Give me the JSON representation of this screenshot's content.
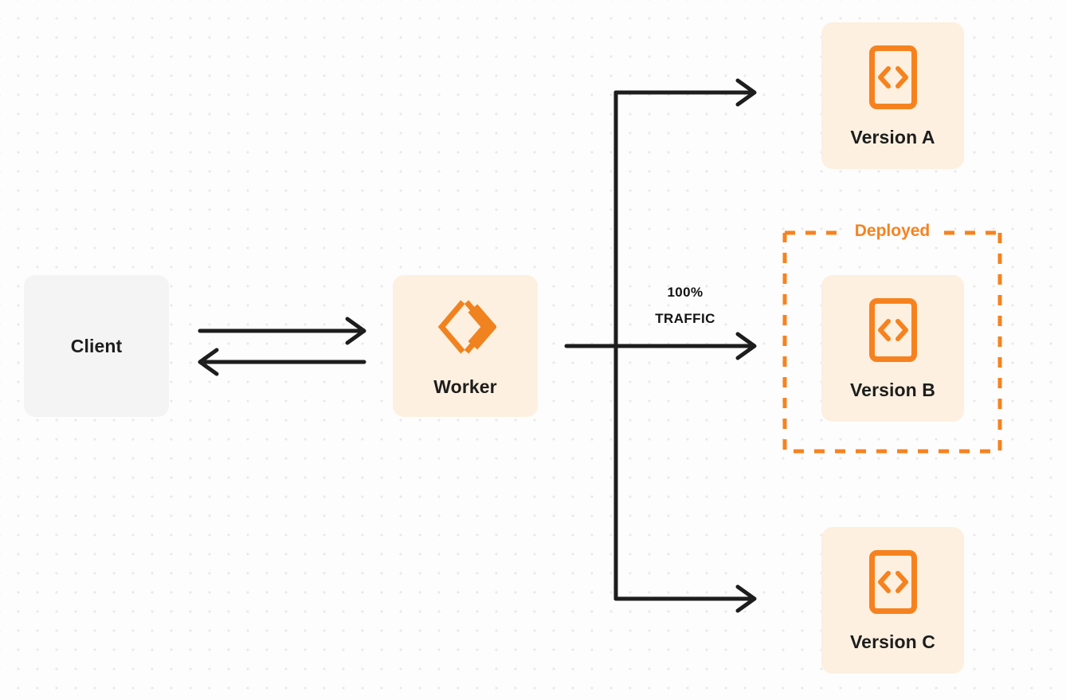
{
  "diagram": {
    "title": "Worker gradual deployment traffic split",
    "background": {
      "color": "#fdfdfd",
      "dot_color": "#e9e9e9",
      "dot_spacing": 24
    },
    "colors": {
      "orange": "#f6821f",
      "card_orange_bg": "#fdf0e0",
      "card_gray_bg": "#f4f4f5",
      "line": "#1d1d1d",
      "text": "#1d1d1d"
    }
  },
  "nodes": {
    "client": {
      "label": "Client",
      "icon": "none"
    },
    "worker": {
      "label": "Worker",
      "icon": "cloudflare-workers-logo"
    },
    "version_a": {
      "label": "Version A",
      "icon": "code-document-icon"
    },
    "version_b": {
      "label": "Version B",
      "icon": "code-document-icon"
    },
    "version_c": {
      "label": "Version C",
      "icon": "code-document-icon"
    }
  },
  "groups": {
    "deployed": {
      "label": "Deployed",
      "contains": "version_b",
      "border_style": "dashed",
      "border_color": "#f6821f"
    }
  },
  "connectors": {
    "client_to_worker": {
      "label": "",
      "direction": "right"
    },
    "worker_to_client": {
      "label": "",
      "direction": "left"
    },
    "worker_to_versions": {
      "traffic_percent": "100%",
      "traffic_word": "TRAFFIC",
      "targets": [
        "version_a",
        "version_b",
        "version_c"
      ]
    }
  }
}
